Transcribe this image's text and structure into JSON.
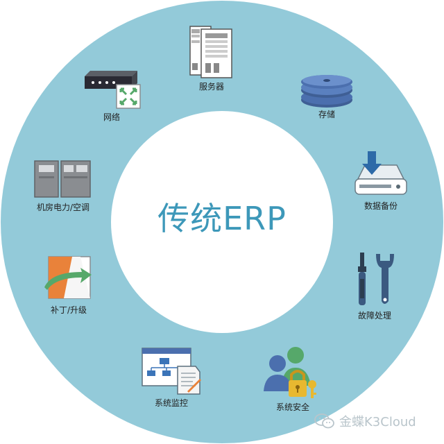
{
  "center_title": "传统ERP",
  "colors": {
    "ring": "#93cad9",
    "center_text": "#3d98b9",
    "icon_dark": "#2a2a33",
    "icon_gray": "#8a8d91",
    "icon_blue": "#4b6fae",
    "icon_green": "#56a86a",
    "icon_orange": "#e9823a",
    "icon_gold": "#e8b830",
    "watermark": "#b9c5cb"
  },
  "nodes": [
    {
      "id": "server",
      "label": "服务器",
      "icon": "server-icon"
    },
    {
      "id": "storage",
      "label": "存储",
      "icon": "disk-stack-icon"
    },
    {
      "id": "backup",
      "label": "数据备份",
      "icon": "backup-drive-icon"
    },
    {
      "id": "troubleshoot",
      "label": "故障处理",
      "icon": "tools-icon"
    },
    {
      "id": "security",
      "label": "系统安全",
      "icon": "users-lock-icon"
    },
    {
      "id": "monitor",
      "label": "系统监控",
      "icon": "org-chart-document-icon"
    },
    {
      "id": "patch",
      "label": "补丁/升级",
      "icon": "patch-upgrade-icon"
    },
    {
      "id": "power",
      "label": "机房电力/空调",
      "icon": "server-room-icon"
    },
    {
      "id": "network",
      "label": "网络",
      "icon": "network-switch-icon"
    }
  ],
  "watermark": {
    "text": "金蝶K3Cloud",
    "icon": "wechat-icon"
  }
}
